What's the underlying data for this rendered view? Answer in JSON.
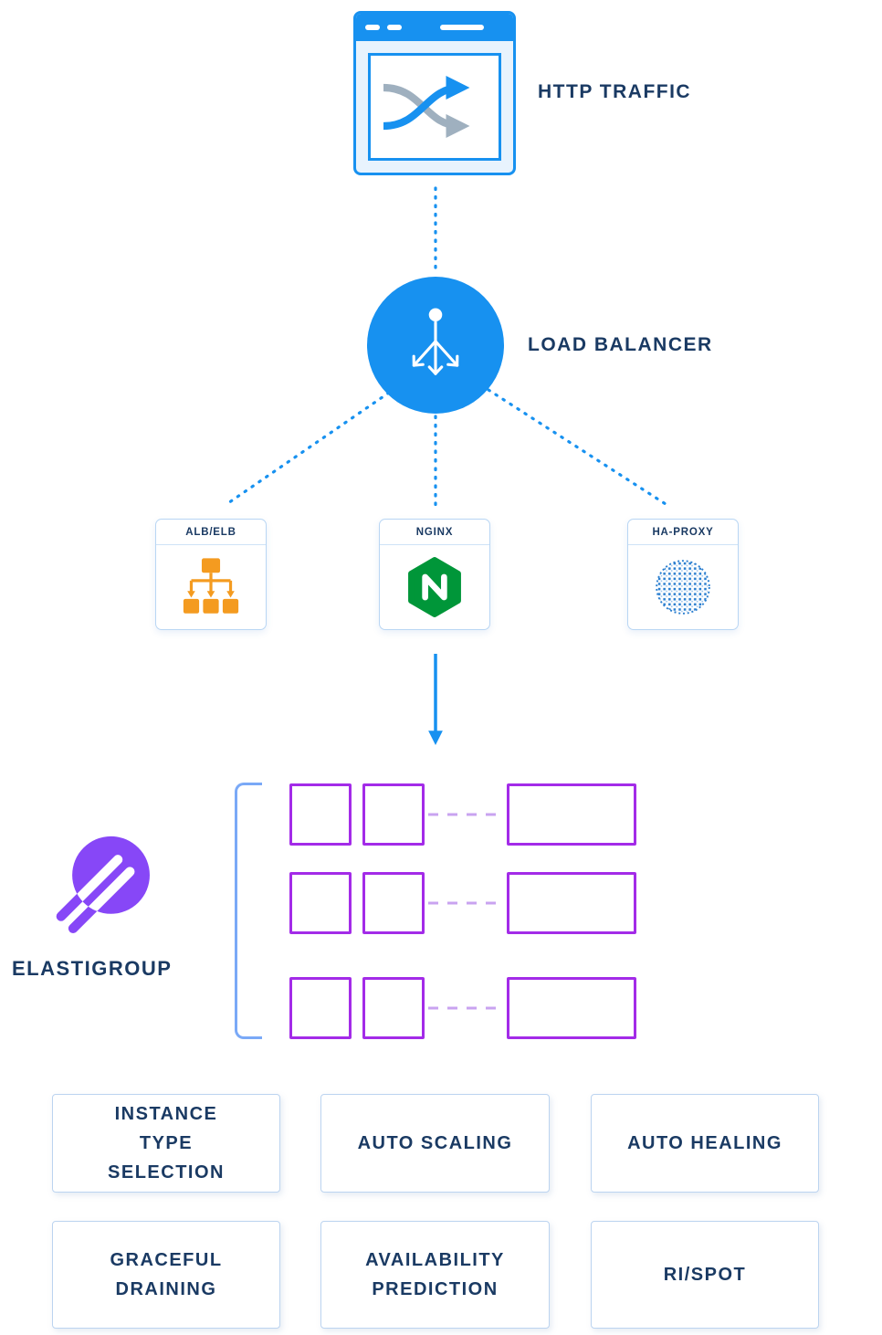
{
  "labels": {
    "http_traffic": "HTTP TRAFFIC",
    "load_balancer": "LOAD BALANCER",
    "elastigroup": "ELASTIGROUP"
  },
  "nodes": [
    {
      "id": "alb-elb",
      "label": "ALB/ELB",
      "icon": "flowchart-icon"
    },
    {
      "id": "nginx",
      "label": "NGINX",
      "icon": "nginx-logo-icon"
    },
    {
      "id": "ha-proxy",
      "label": "HA-PROXY",
      "icon": "dotted-sphere-icon"
    }
  ],
  "features": [
    {
      "label": "INSTANCE\nTYPE\nSELECTION"
    },
    {
      "label": "AUTO SCALING"
    },
    {
      "label": "AUTO HEALING"
    },
    {
      "label": "GRACEFUL\nDRAINING"
    },
    {
      "label": "AVAILABILITY\nPREDICTION"
    },
    {
      "label": "RI/SPOT"
    }
  ],
  "icons": {
    "http_traffic": "browser-crossing-arrows-icon",
    "load_balancer": "split-arrows-icon",
    "elastigroup": "spotinst-logo-icon"
  },
  "colors": {
    "accent_blue": "#1791f0",
    "navy_text": "#1a3a63",
    "node_border": "#b9d6f4",
    "purple": "#a32be8",
    "logo_purple": "#8747f7",
    "bracket_blue": "#7aa9f7",
    "dash_purple": "#c9a3f0",
    "orange": "#f49b20",
    "nginx_green": "#009639",
    "haproxy_blue": "#2b7fd0",
    "arrow_gray": "#9fb0bf"
  }
}
